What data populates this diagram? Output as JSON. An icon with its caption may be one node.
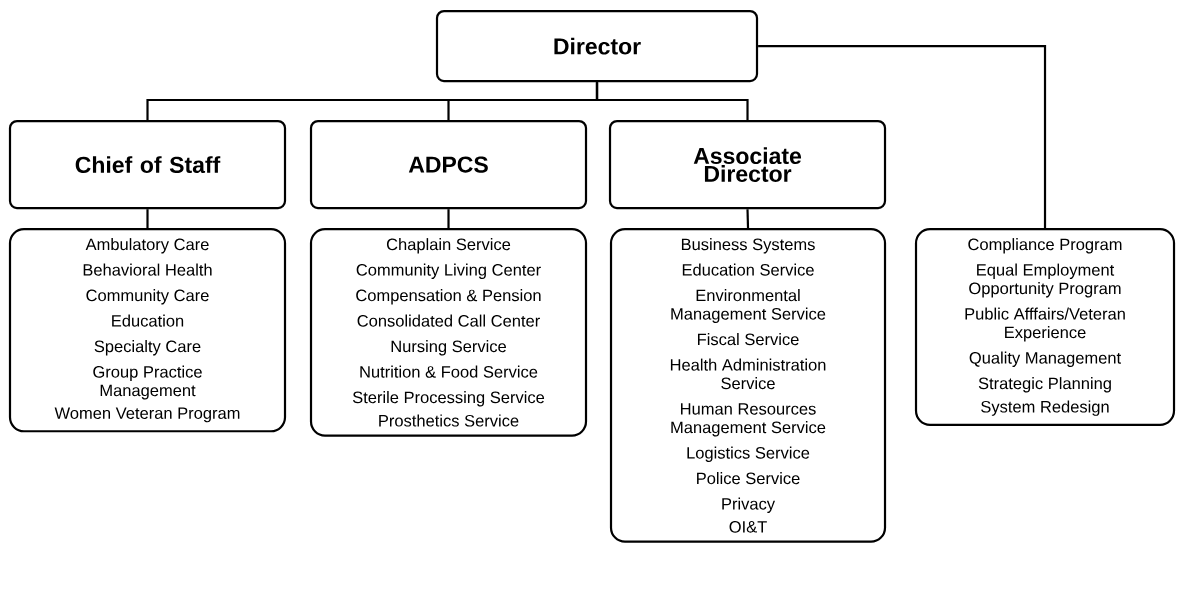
{
  "diagram": {
    "nodes": [
      {
        "text": [
          "Director"
        ]
      },
      {
        "text": [
          "Chief of Staff"
        ]
      },
      {
        "text": [
          "ADPCS"
        ]
      },
      {
        "text": [
          "Associate Director"
        ]
      },
      {
        "text": [
          "Ambulatory Care",
          "Behavioral Health",
          "Community Care",
          "Education",
          "Specialty Care",
          "Group Practice Management",
          "Women Veteran Program"
        ]
      },
      {
        "text": [
          "Chaplain Service",
          "Community Living Center",
          "Compensation & Pension",
          "Consolidated Call Center",
          "Nursing Service",
          "Nutrition & Food Service",
          "Sterile Processing Service",
          "Prosthetics Service"
        ]
      },
      {
        "text": [
          "Business Systems",
          "Education Service",
          "Environmental Management Service",
          "Fiscal Service",
          "Health Administration Service",
          "Human Resources Management Service",
          "Logistics Service",
          "Police Service",
          "Privacy",
          "OI&T"
        ]
      },
      {
        "text": [
          "Compliance Program",
          "Equal Employment Opportunity Program",
          "Public Afffairs/Veteran Experience",
          "Quality Management",
          "Strategic Planning",
          "System Redesign"
        ]
      }
    ],
    "edges": [
      {
        "from": 0,
        "to": 1,
        "arrow": "none"
      },
      {
        "from": 0,
        "to": 2,
        "arrow": "none"
      },
      {
        "from": 0,
        "to": 3,
        "arrow": "none"
      },
      {
        "from": 0,
        "to": 7,
        "arrow": "none"
      },
      {
        "from": 1,
        "to": 4,
        "arrow": "none"
      },
      {
        "from": 2,
        "to": 5,
        "arrow": "none"
      },
      {
        "from": 3,
        "to": 6,
        "arrow": "none"
      }
    ]
  }
}
